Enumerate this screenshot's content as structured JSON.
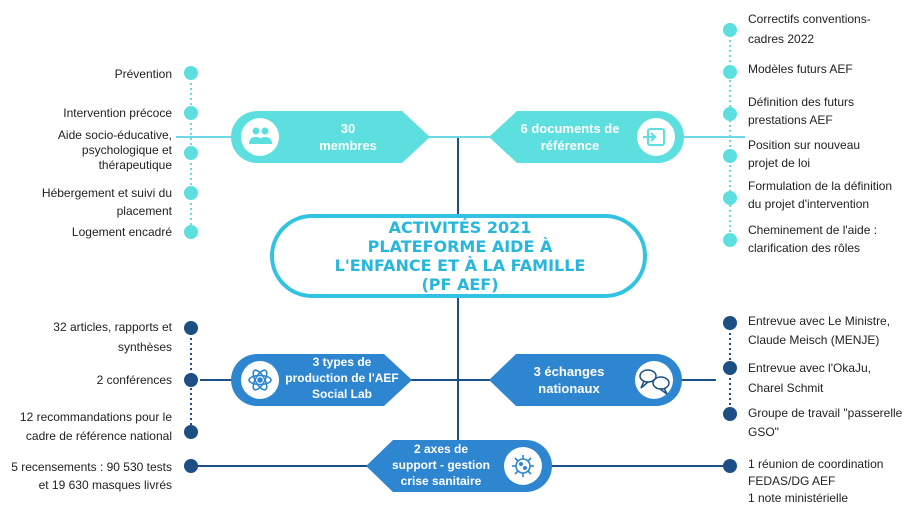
{
  "colors": {
    "cyan": "#5ddfe0",
    "cyan_line": "#6fd8e6",
    "center_border": "#33c3e2",
    "center_text": "#27b6dc",
    "blue": "#2d86cf",
    "navy": "#1c4f86",
    "navy_dot": "#1d4f84"
  },
  "center": {
    "lines": [
      "ACTIVITÉS 2021",
      "PLATEFORME AIDE À",
      "L'ENFANCE ET À LA FAMILLE",
      "(PF AEF)"
    ]
  },
  "nodes": {
    "members": {
      "lines": [
        "30",
        "membres"
      ],
      "icon": "people-icon"
    },
    "docs": {
      "lines": [
        "6 documents de",
        "référence"
      ],
      "icon": "document-icon"
    },
    "socialLab": {
      "lines": [
        "3 types de",
        "production de l'AEF",
        "Social Lab"
      ],
      "icon": "atom-icon"
    },
    "echanges": {
      "lines": [
        "3 échanges",
        "nationaux"
      ],
      "icon": "chat-bubbles-icon"
    },
    "crise": {
      "lines": [
        "2 axes de",
        "support - gestion",
        "crise sanitaire"
      ],
      "icon": "virus-icon"
    }
  },
  "left_top": [
    {
      "lines": [
        "Prévention"
      ]
    },
    {
      "lines": [
        "Intervention précoce"
      ]
    },
    {
      "lines": [
        "Aide socio-éducative,",
        "psychologique et",
        "thérapeutique"
      ]
    },
    {
      "lines": [
        "Hébergement et suivi du",
        "placement"
      ]
    },
    {
      "lines": [
        "Logement encadré"
      ]
    }
  ],
  "right_top": [
    {
      "lines": [
        "Correctifs conventions-",
        "cadres 2022"
      ]
    },
    {
      "lines": [
        "Modèles futurs AEF"
      ]
    },
    {
      "lines": [
        "Définition des futurs",
        "prestations AEF"
      ]
    },
    {
      "lines": [
        "Position sur nouveau",
        "projet de loi"
      ]
    },
    {
      "lines": [
        "Formulation de la définition",
        "du projet d'intervention"
      ]
    },
    {
      "lines": [
        "Cheminement de l'aide :",
        "clarification des rôles"
      ]
    }
  ],
  "left_bottom": [
    {
      "lines": [
        "32 articles, rapports et",
        "synthèses"
      ]
    },
    {
      "lines": [
        "2 conférences"
      ]
    },
    {
      "lines": [
        "12 recommandations pour le",
        "cadre de référence national"
      ]
    },
    {
      "lines": [
        "5 recensements : 90 530 tests",
        "et 19 630 masques livrés"
      ]
    }
  ],
  "right_bottom": [
    {
      "lines": [
        "Entrevue avec Le Ministre,",
        "Claude Meisch (MENJE)"
      ]
    },
    {
      "lines": [
        "Entrevue avec l'OkaJu,",
        "Charel Schmit"
      ]
    },
    {
      "lines": [
        "Groupe de travail \"passerelle",
        "GSO\""
      ]
    },
    {
      "lines": [
        "1 réunion de coordination",
        "FEDAS/DG AEF",
        "1 note ministérielle"
      ]
    }
  ]
}
